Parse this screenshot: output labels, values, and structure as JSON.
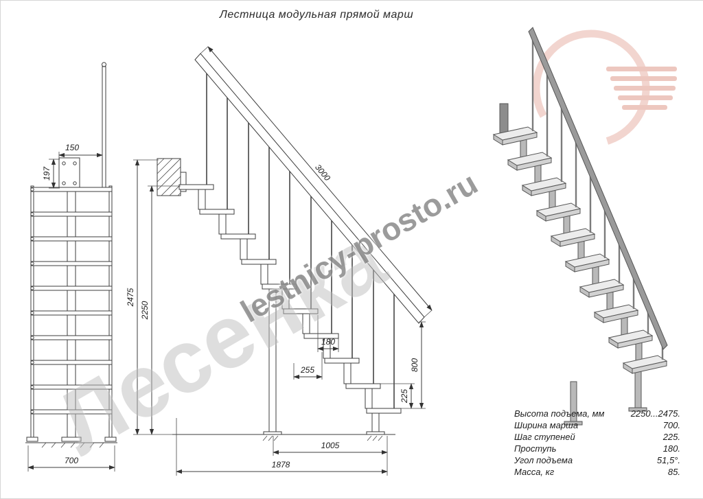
{
  "title": "Лестница модульная прямой марш",
  "watermark": {
    "brand": "Лесенка",
    "site": "lestnicy-prosto.ru"
  },
  "front_view": {
    "dim_150": "150",
    "dim_197": "197",
    "dim_700": "700"
  },
  "side_view": {
    "dim_3000": "3000",
    "dim_2475": "2475",
    "dim_2250": "2250",
    "dim_180": "180",
    "dim_255": "255",
    "dim_800": "800",
    "dim_225": "225",
    "dim_1005": "1005",
    "dim_1878": "1878"
  },
  "specs": {
    "rows": [
      {
        "label": "Высота подъема, мм",
        "value": "2250...2475."
      },
      {
        "label": "Ширина марша",
        "value": "700."
      },
      {
        "label": "Шаг ступеней",
        "value": "225."
      },
      {
        "label": "Проступь",
        "value": "180."
      },
      {
        "label": "Угол подъема",
        "value": "51,5°."
      },
      {
        "label": "Масса, кг",
        "value": "85."
      }
    ]
  }
}
